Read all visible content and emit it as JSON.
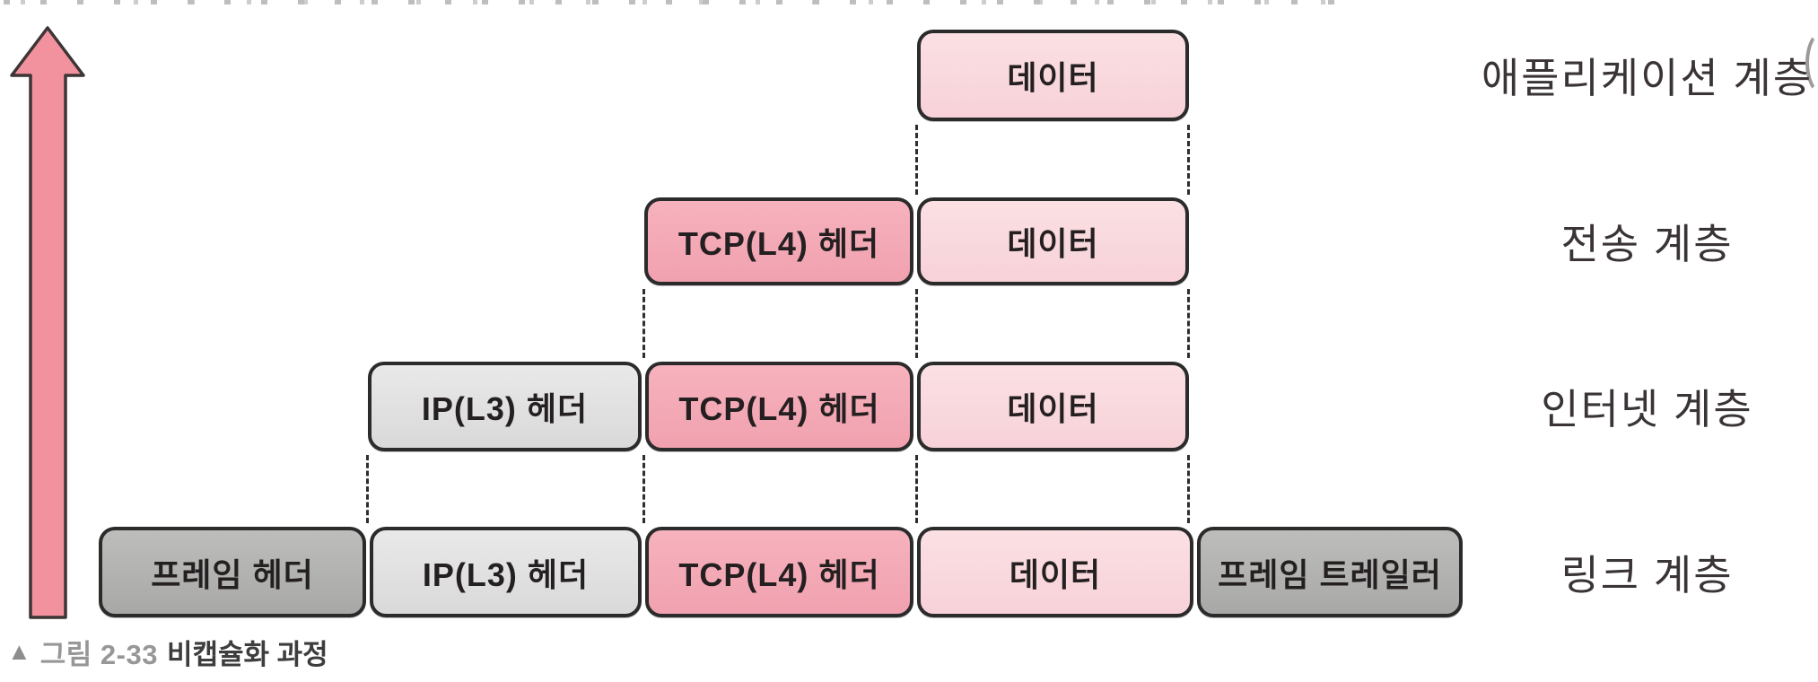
{
  "figure": {
    "caption": {
      "marker": "▲",
      "figure_label": "그림 2-33",
      "text": "비캡슐화 과정"
    },
    "direction_icon": "up-arrow"
  },
  "layers": [
    {
      "name": "애플리케이션 계층",
      "blocks": [
        {
          "type": "data",
          "label": "데이터"
        }
      ]
    },
    {
      "name": "전송 계층",
      "blocks": [
        {
          "type": "tcp-header",
          "label": "TCP(L4) 헤더"
        },
        {
          "type": "data",
          "label": "데이터"
        }
      ]
    },
    {
      "name": "인터넷 계층",
      "blocks": [
        {
          "type": "ip-header",
          "label": "IP(L3) 헤더"
        },
        {
          "type": "tcp-header",
          "label": "TCP(L4) 헤더"
        },
        {
          "type": "data",
          "label": "데이터"
        }
      ]
    },
    {
      "name": "링크 계층",
      "blocks": [
        {
          "type": "frame-header",
          "label": "프레임 헤더"
        },
        {
          "type": "ip-header",
          "label": "IP(L3) 헤더"
        },
        {
          "type": "tcp-header",
          "label": "TCP(L4) 헤더"
        },
        {
          "type": "data",
          "label": "데이터"
        },
        {
          "type": "frame-trailer",
          "label": "프레임 트레일러"
        }
      ]
    }
  ],
  "colors": {
    "data_fill": "#f8d7db",
    "tcp_header_fill": "#f3a9b5",
    "ip_header_fill": "#e0e0e0",
    "frame_fill": "#b1b1af",
    "arrow_fill": "#f2929f",
    "block_border": "#2b2b2b",
    "dashed_line": "#2e2e2e",
    "caption_gray": "#979797",
    "caption_text": "#3d3d3d"
  }
}
